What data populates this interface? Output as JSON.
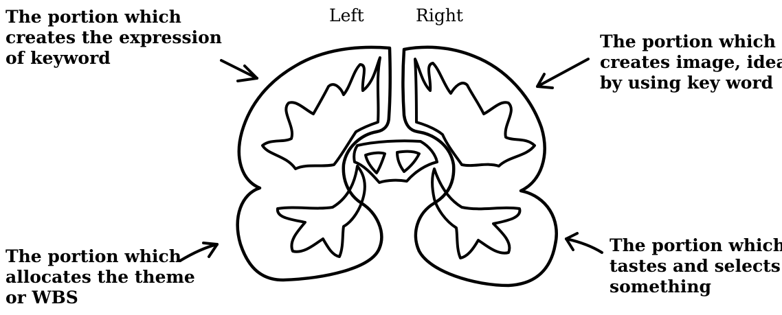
{
  "hemispheres": {
    "left": "Left",
    "right": "Right"
  },
  "labels": {
    "top_left": [
      "The portion which",
      "creates the expression",
      "of keyword"
    ],
    "top_right": [
      "The portion which",
      "creates image, idea",
      "by using key word"
    ],
    "bottom_left": [
      "The portion which",
      "allocates the theme",
      "or WBS"
    ],
    "bottom_right": [
      "The portion which",
      "tastes and selects",
      "something"
    ]
  },
  "colors": {
    "ink": "#000000",
    "background": "#ffffff"
  }
}
